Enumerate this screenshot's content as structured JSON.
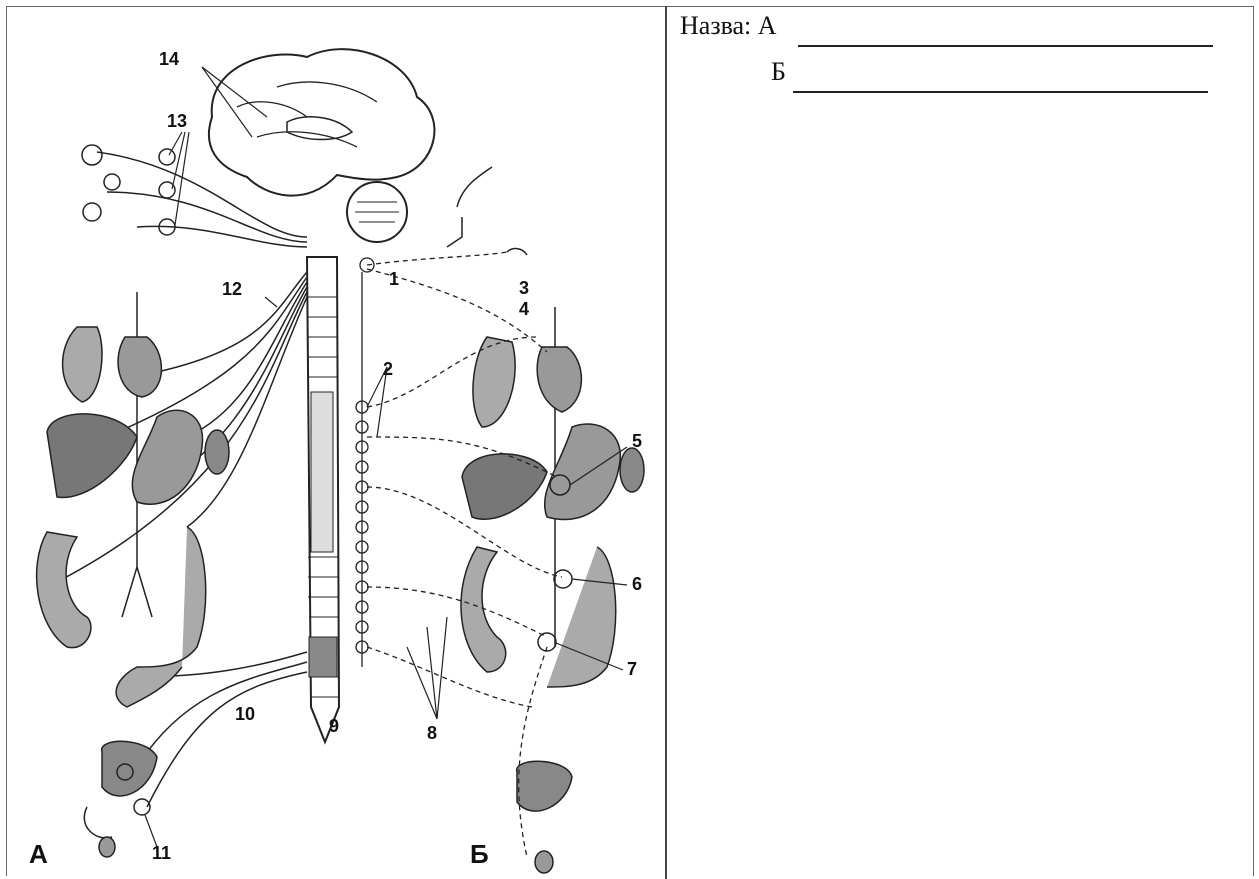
{
  "diagram": {
    "labels": {
      "n1": "1",
      "n2": "2",
      "n3": "3",
      "n4": "4",
      "n5": "5",
      "n6": "6",
      "n7": "7",
      "n8": "8",
      "n9": "9",
      "n10": "10",
      "n11": "11",
      "n12": "12",
      "n13": "13",
      "n14": "14"
    },
    "panel_a": "А",
    "panel_b": "Б"
  },
  "form": {
    "name_label": "Назва: А",
    "b_label": "Б"
  }
}
